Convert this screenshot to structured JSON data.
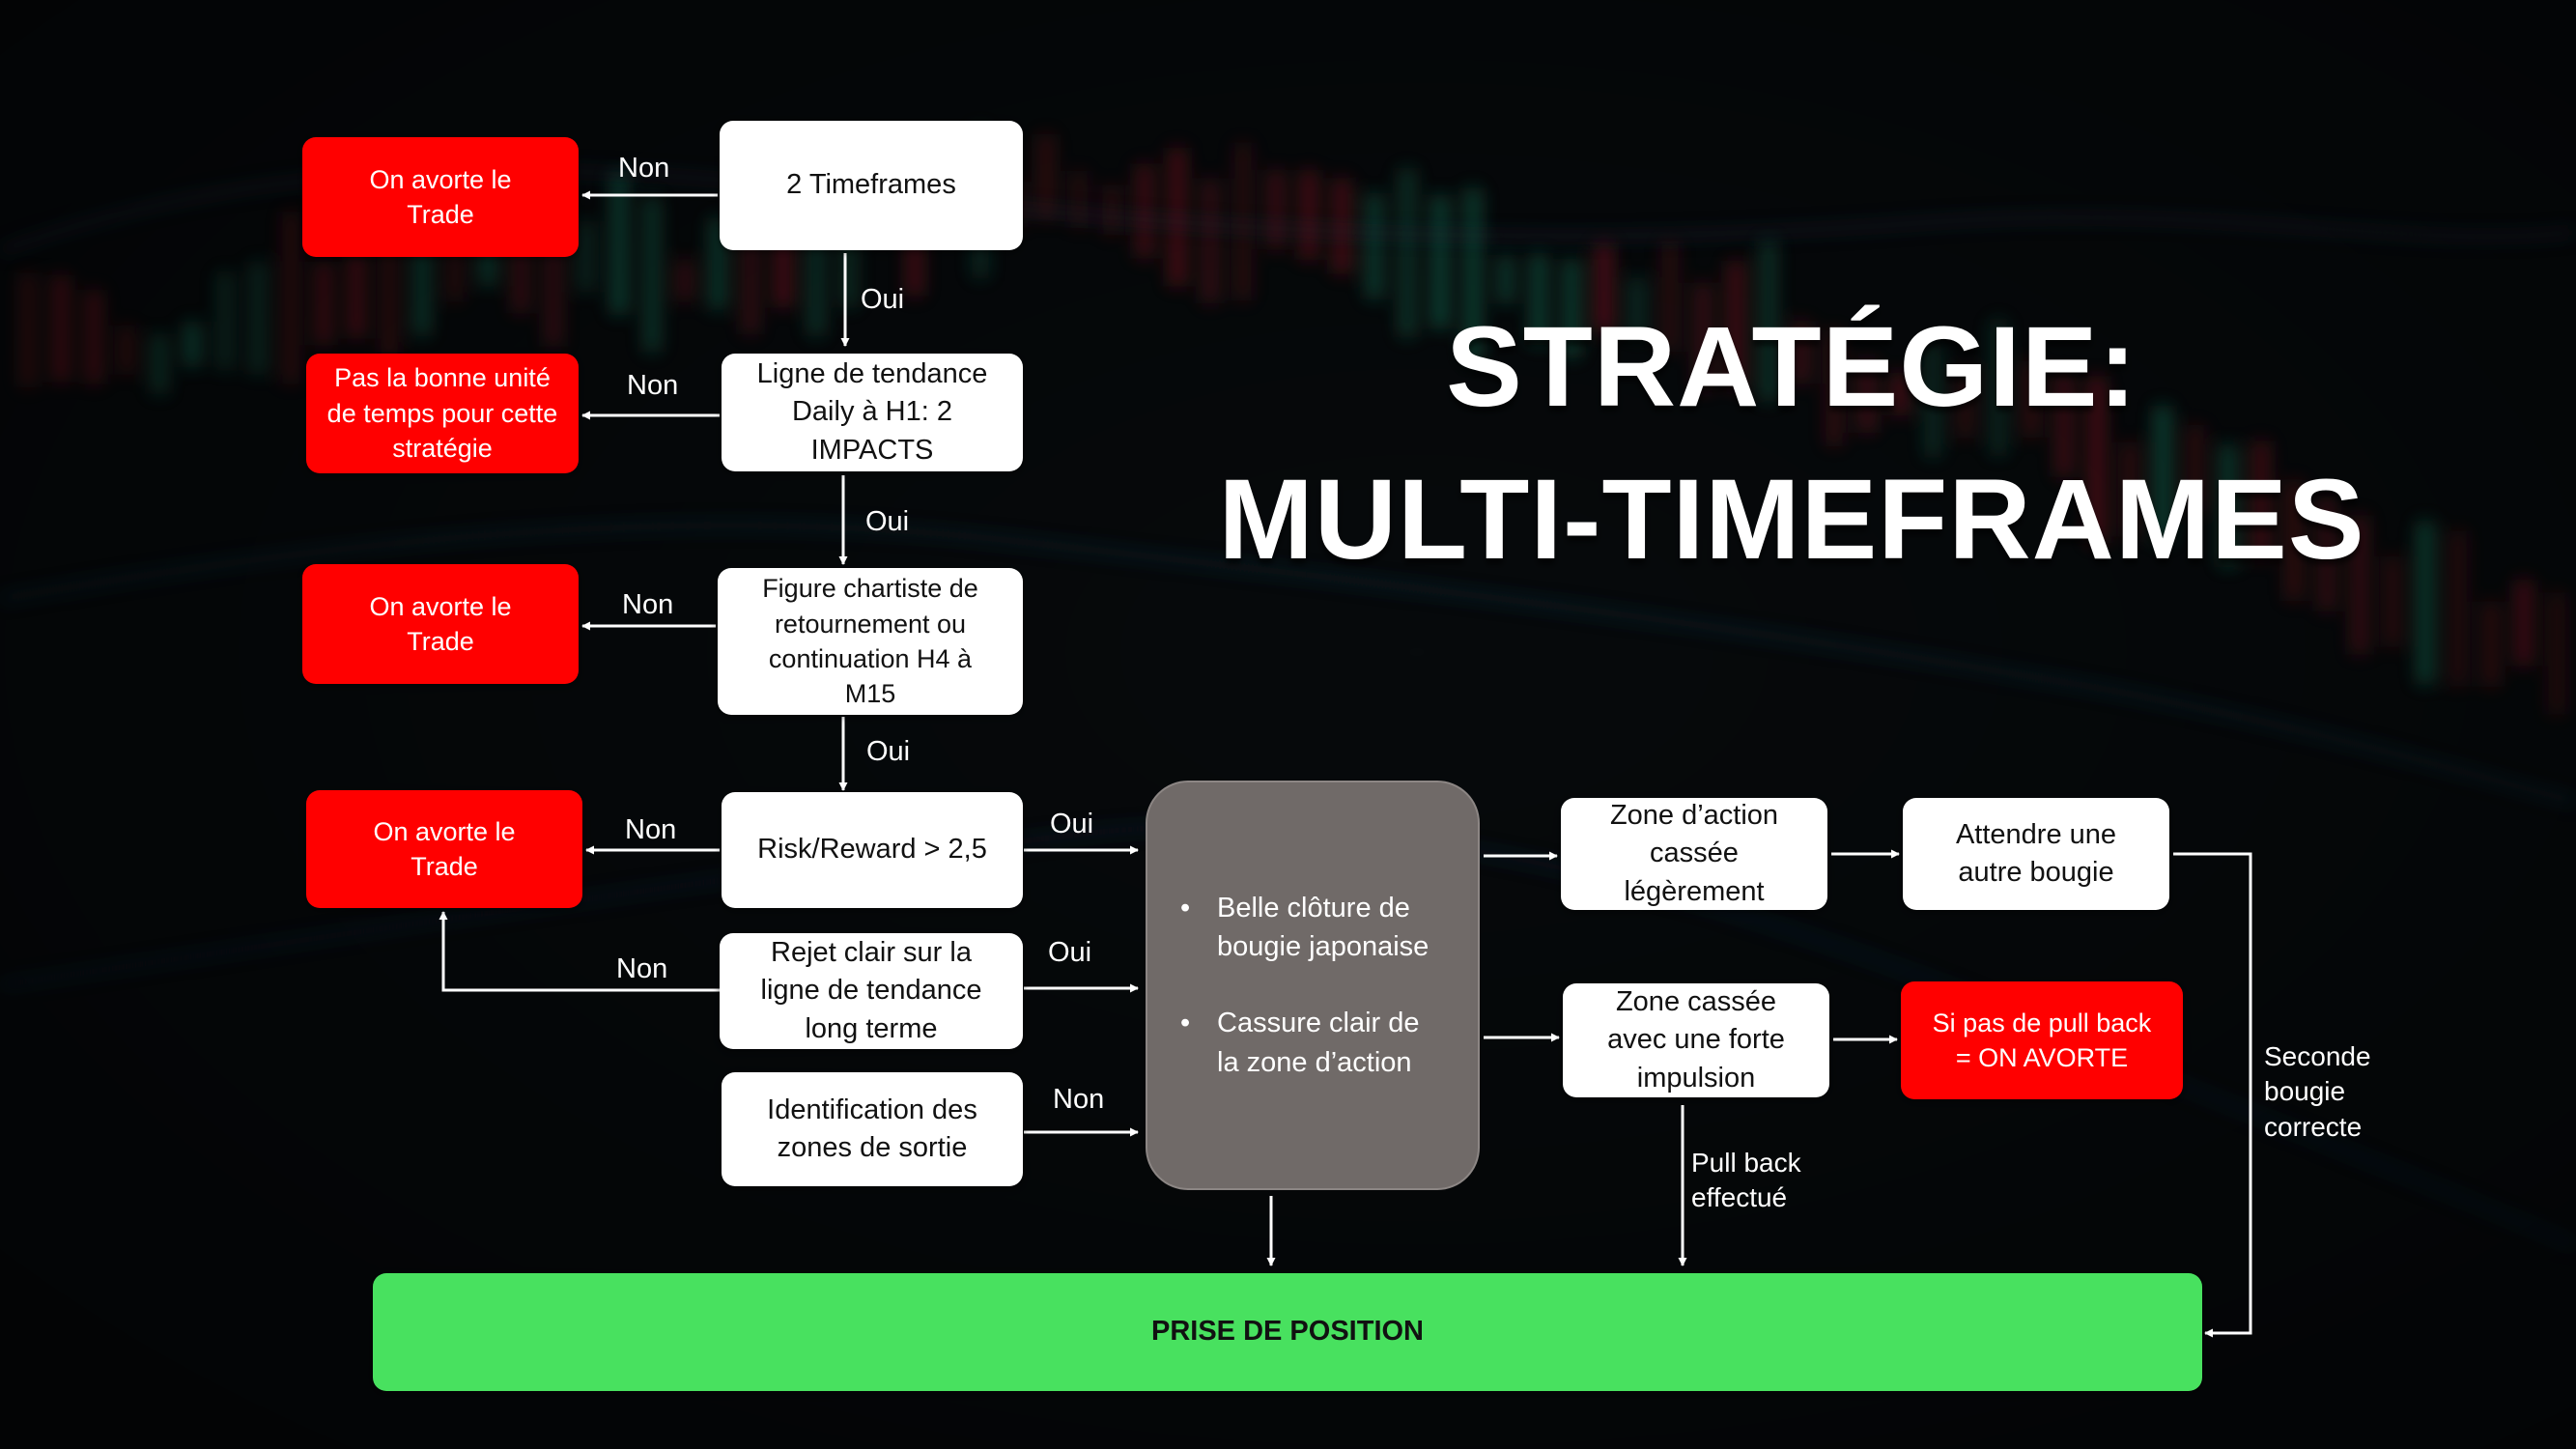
{
  "title": {
    "line1": "STRATÉGIE:",
    "line2": "MULTI-TIMEFRAMES"
  },
  "boxes": {
    "two_timeframes": "2 Timeframes",
    "trend_line": "Ligne de tendance Daily à H1: 2 IMPACTS",
    "chart_pattern": "Figure chartiste de retournement ou continuation H4 à M15",
    "risk_reward": "Risk/Reward > 2,5",
    "rejection": "Rejet clair sur la ligne de tendance long terme",
    "exit_zones": "Identification des zones de sortie",
    "zone_broken_light": "Zone d’action cassée légèrement",
    "wait_candle": "Attendre une autre bougie",
    "zone_broken_strong": "Zone cassée avec une forte impulsion",
    "position": "PRISE DE POSITION"
  },
  "abort_boxes": {
    "abort1": "On avorte le Trade",
    "wrong_timeframe": "Pas la bonne unité de temps pour cette stratégie",
    "abort2": "On avorte le Trade",
    "abort3": "On avorte le Trade",
    "no_pullback": "Si pas de pull back = ON AVORTE"
  },
  "conditions": {
    "bullet1": "Belle clôture de bougie japonaise",
    "bullet2": "Cassure clair de la zone d’action"
  },
  "labels": {
    "non1": "Non",
    "non2": "Non",
    "non3": "Non",
    "non4": "Non",
    "non5": "Non",
    "non6": "Non",
    "oui1": "Oui",
    "oui2": "Oui",
    "oui3": "Oui",
    "oui4": "Oui",
    "oui5": "Oui",
    "pullback_done": "Pull back effectué",
    "second_candle": "Seconde bougie correcte"
  },
  "colors": {
    "abort_red": "#ff0000",
    "position_green": "#48e15f",
    "center_grey": "#706a68",
    "arrow": "#ffffff"
  }
}
